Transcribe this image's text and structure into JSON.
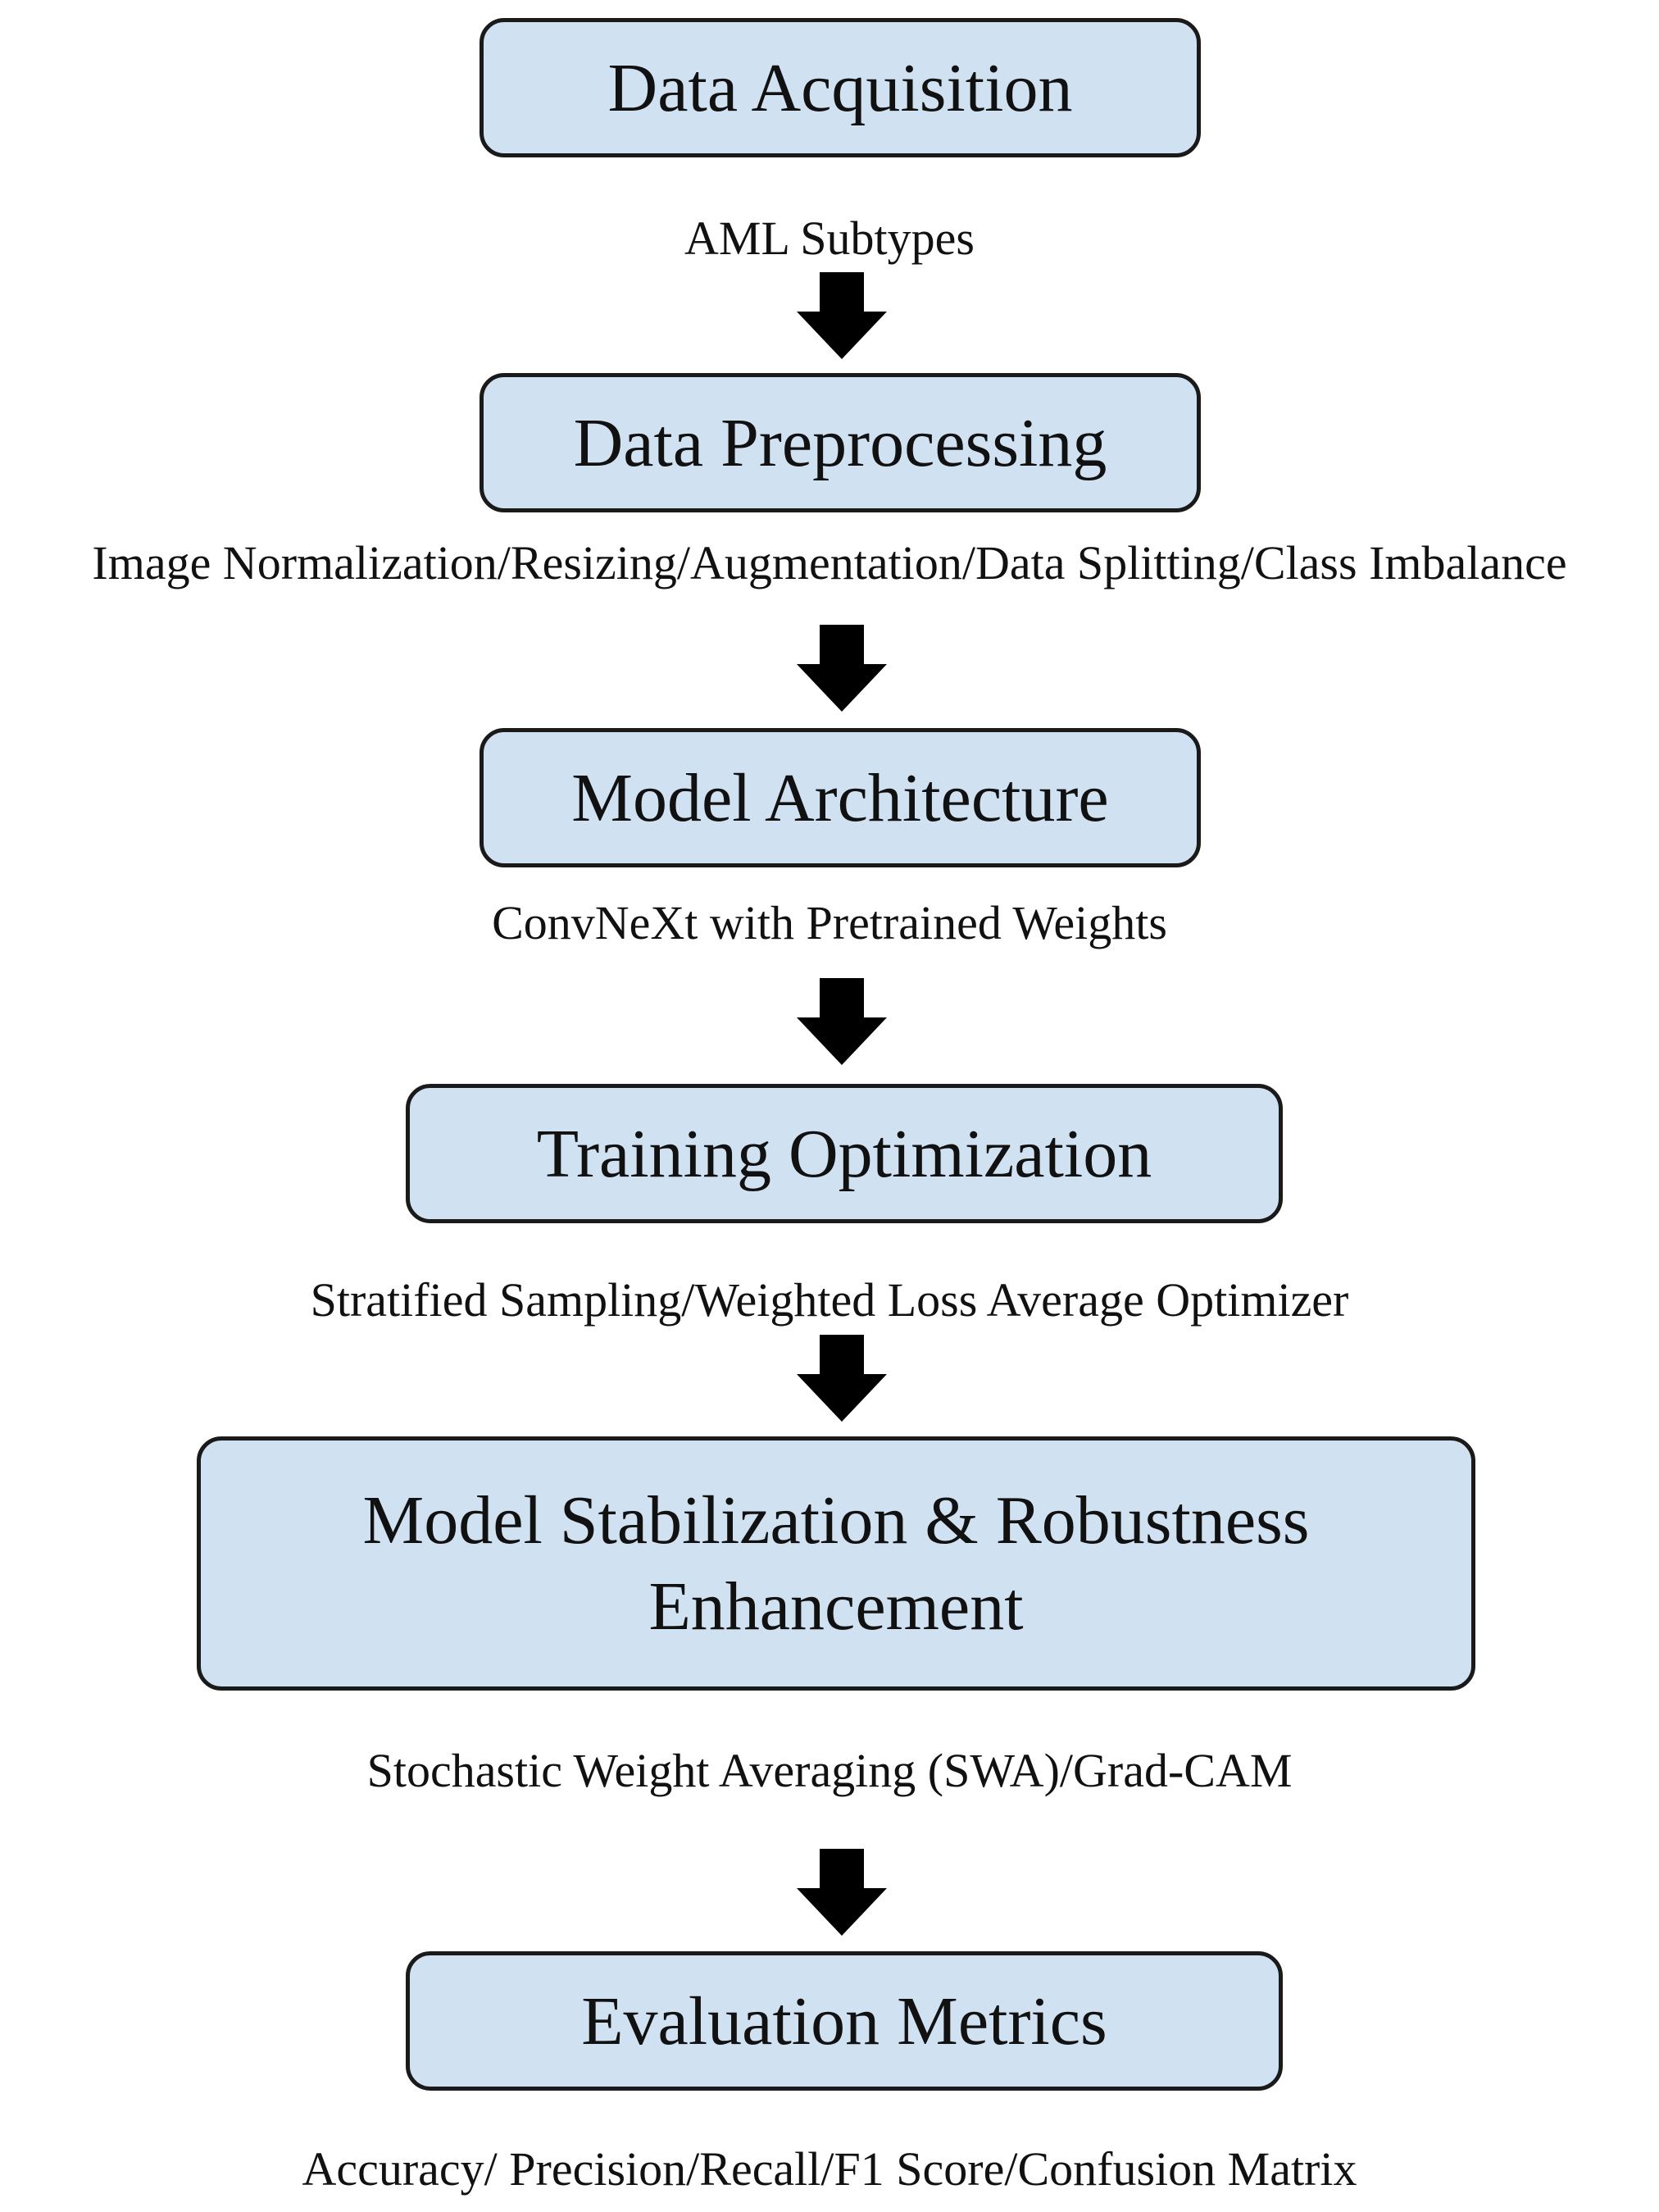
{
  "stages": [
    {
      "title": "Data Acquisition",
      "caption": "AML Subtypes"
    },
    {
      "title": "Data Preprocessing",
      "caption": "Image Normalization/Resizing/Augmentation/Data Splitting/Class Imbalance"
    },
    {
      "title": "Model Architecture",
      "caption": "ConvNeXt with Pretrained Weights"
    },
    {
      "title": "Training Optimization",
      "caption": "Stratified Sampling/Weighted Loss Average Optimizer"
    },
    {
      "title": "Model Stabilization & Robustness\nEnhancement",
      "caption": "Stochastic Weight Averaging (SWA)/Grad-CAM"
    },
    {
      "title": "Evaluation Metrics",
      "caption": "Accuracy/ Precision/Recall/F1 Score/Confusion Matrix"
    }
  ],
  "colors": {
    "box_fill": "#d0e1f1",
    "box_border": "#1a1a1a",
    "arrow": "#000000",
    "text": "#111111"
  },
  "icons": {
    "connector": "down-arrow-icon"
  }
}
